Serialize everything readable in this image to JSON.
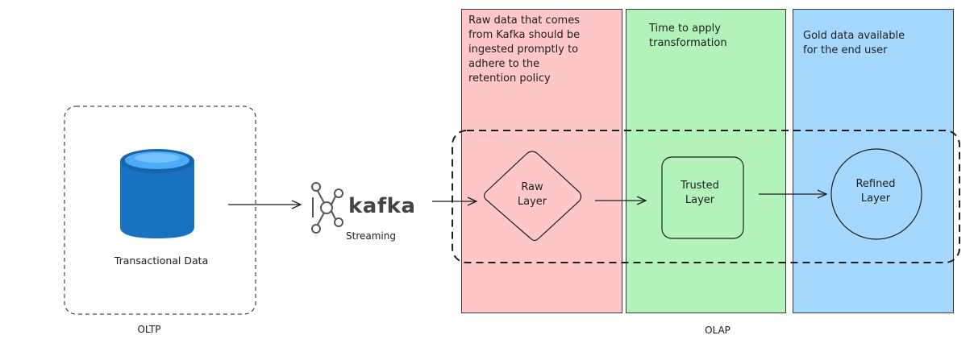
{
  "notes": {
    "raw": "Raw data that comes\nfrom Kafka should be\ningested promptly to\nadhere to the\nretention policy",
    "trusted": "Time to apply\ntransformation",
    "refined": "Gold data available\nfor the end user"
  },
  "source": {
    "label": "Transactional Data",
    "group_label": "OLTP",
    "icon": "database-cylinder-icon"
  },
  "kafka": {
    "wordmark": "kafka",
    "caption": "Streaming",
    "icon": "kafka-logo-icon"
  },
  "layers": {
    "raw": "Raw\nLayer",
    "trusted": "Trusted\nLayer",
    "refined": "Refined\nLayer"
  },
  "olap_label": "OLAP",
  "colors": {
    "raw_column": "#ffc7c7",
    "trusted_column": "#b2f2bb",
    "refined_column": "#a5d8ff",
    "database_blue": "#1971c2",
    "database_top": "#4dabf7"
  }
}
